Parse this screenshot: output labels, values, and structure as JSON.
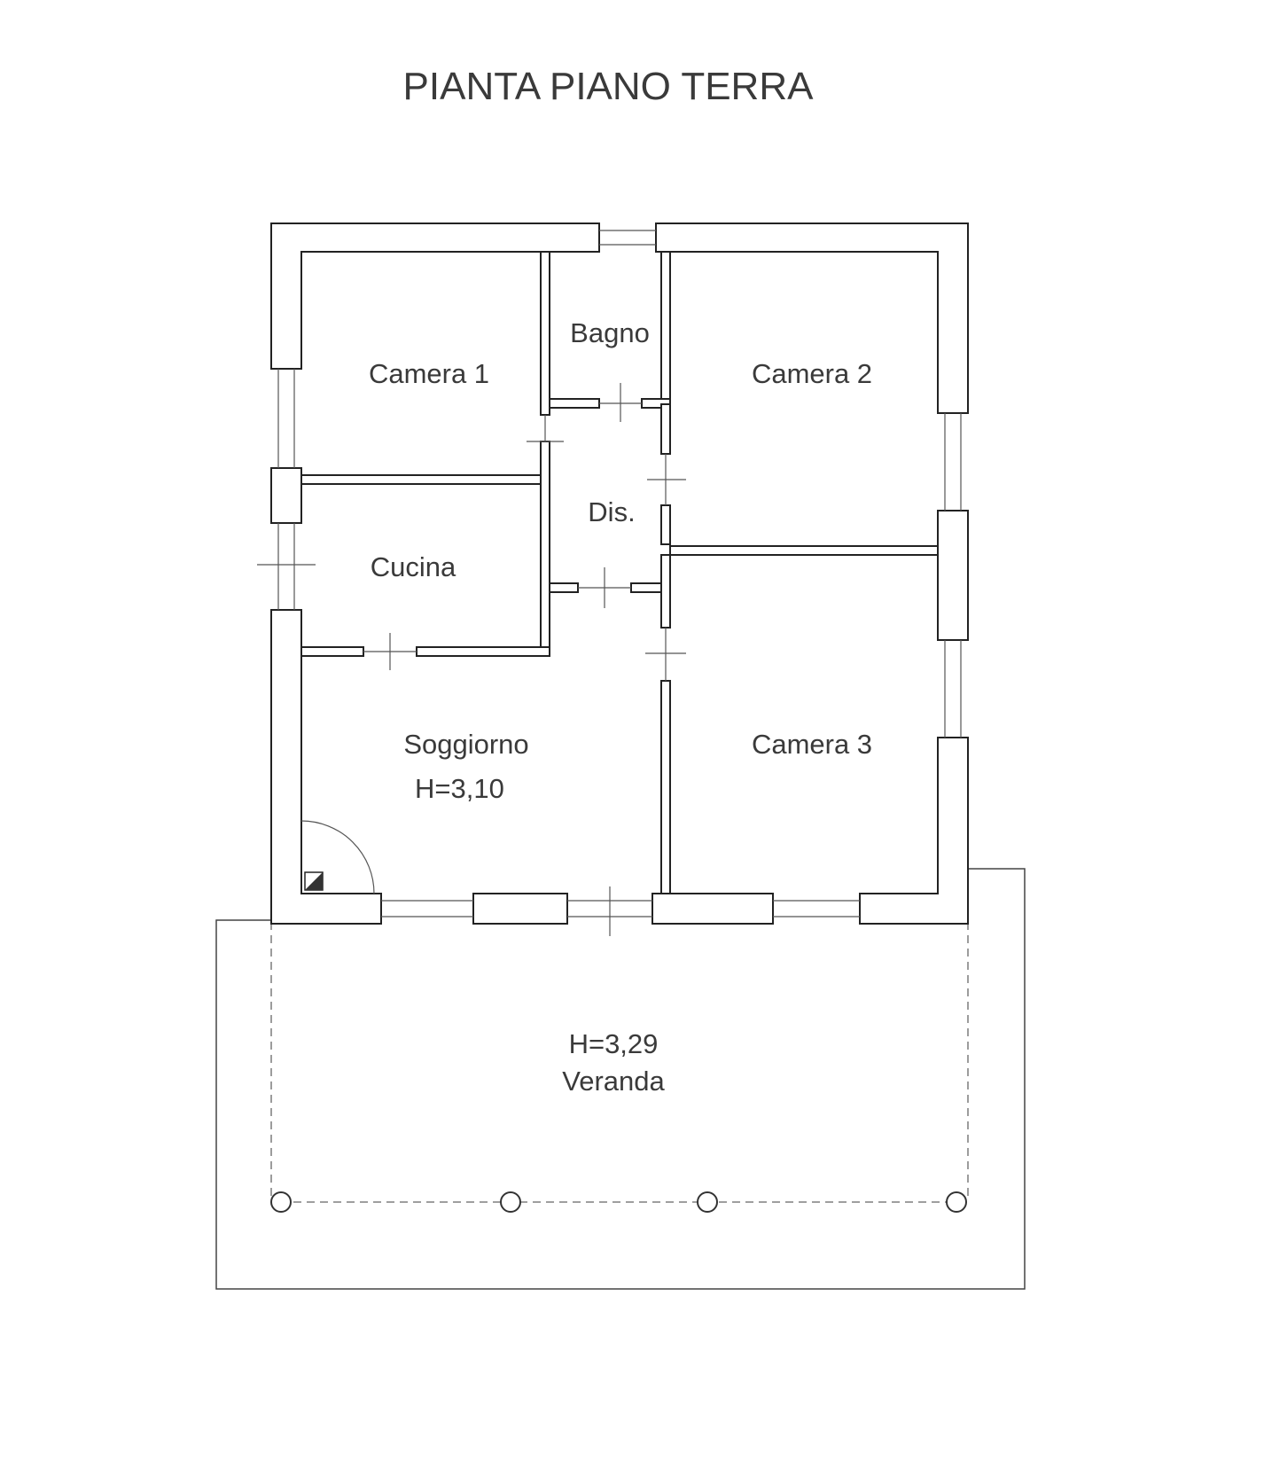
{
  "title": "PIANTA PIANO TERRA",
  "rooms": {
    "camera1": "Camera 1",
    "bagno": "Bagno",
    "camera2": "Camera 2",
    "dis": "Dis.",
    "cucina": "Cucina",
    "soggiorno": "Soggiorno",
    "soggiorno_height": "H=3,10",
    "camera3": "Camera 3",
    "veranda_height": "H=3,29",
    "veranda": "Veranda"
  }
}
